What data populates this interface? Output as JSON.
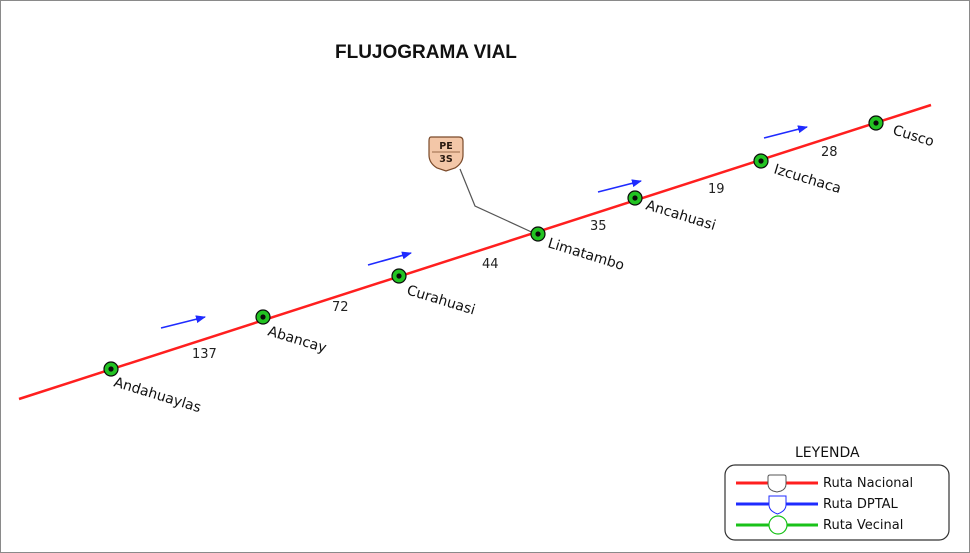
{
  "title": "FLUJOGRAMA VIAL",
  "colors": {
    "nacional": "#ff1f1f",
    "dptal": "#1f2bff",
    "vecinal": "#19c219",
    "node_fill": "#22c322",
    "node_core": "#0a0a0a",
    "shield_fill": "#f3c7a8",
    "shield_stroke": "#7a4a2a"
  },
  "cities": [
    {
      "name": "Andahuaylas"
    },
    {
      "name": "Abancay"
    },
    {
      "name": "Curahuasi"
    },
    {
      "name": "Limatambo"
    },
    {
      "name": "Ancahuasi"
    },
    {
      "name": "Izcuchaca"
    },
    {
      "name": "Cusco"
    }
  ],
  "distances": [
    "137",
    "72",
    "44",
    "35",
    "19",
    "28"
  ],
  "route_shield": {
    "line1": "PE",
    "line2": "3S",
    "icon": "route-shield-icon"
  },
  "legend": {
    "title": "LEYENDA",
    "items": [
      {
        "label": "Ruta Nacional",
        "color": "#ff1f1f",
        "icon": "shield-icon"
      },
      {
        "label": "Ruta DPTAL",
        "color": "#1f2bff",
        "icon": "pointed-shield-icon"
      },
      {
        "label": "Ruta Vecinal",
        "color": "#19c219",
        "icon": "circle-icon"
      }
    ]
  }
}
